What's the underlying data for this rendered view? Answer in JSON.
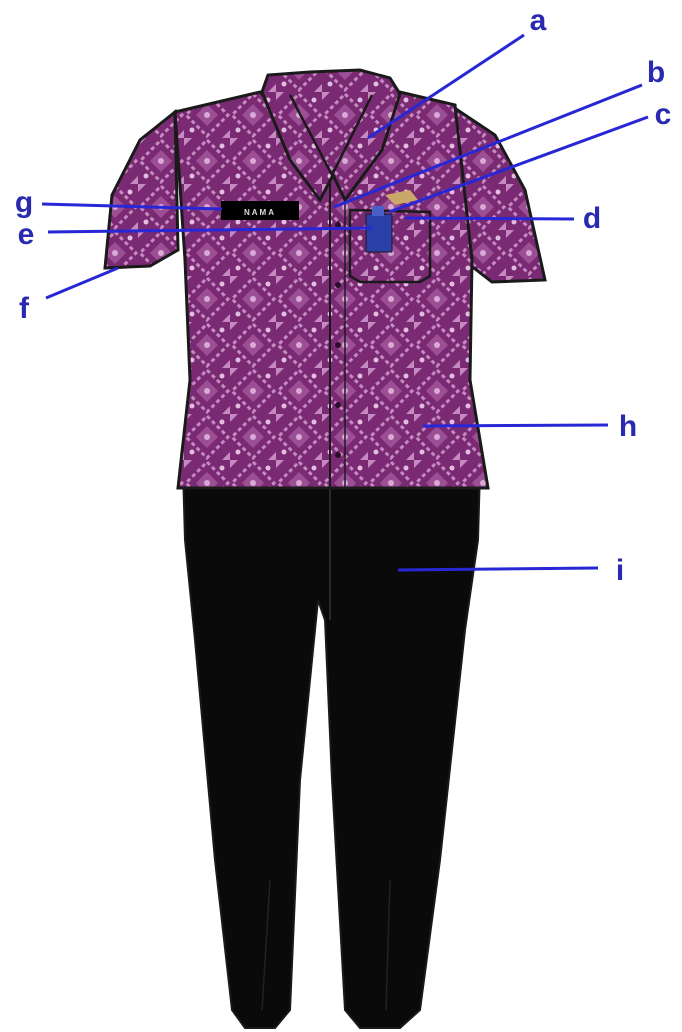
{
  "colors": {
    "shirt_base": "#7a2a73",
    "shirt_light": "#c58ac0",
    "shirt_accent_red": "#d0384a",
    "shirt_accent_olive": "#8e8a48",
    "pants": "#0a0a0a",
    "outline": "#1a1a1a",
    "pointer": "#2727d6",
    "badge_bg": "#000000",
    "badge_text": "#dddddd",
    "pen_clip": "#2b3fa8"
  },
  "name_badge": {
    "text": "NAMA"
  },
  "labels": [
    {
      "id": "a",
      "text": "a"
    },
    {
      "id": "b",
      "text": "b"
    },
    {
      "id": "c",
      "text": "c"
    },
    {
      "id": "d",
      "text": "d"
    },
    {
      "id": "e",
      "text": "e"
    },
    {
      "id": "f",
      "text": "f"
    },
    {
      "id": "g",
      "text": "g"
    },
    {
      "id": "h",
      "text": "h"
    },
    {
      "id": "i",
      "text": "i"
    }
  ]
}
